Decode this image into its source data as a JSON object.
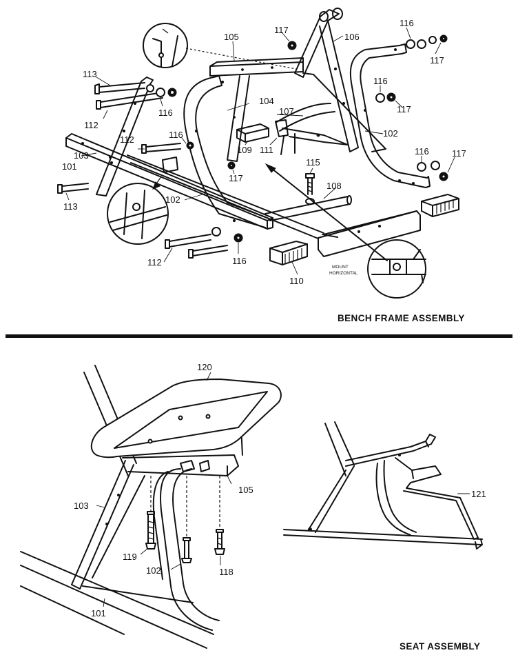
{
  "sections": {
    "bench_title": "BENCH FRAME ASSEMBLY",
    "seat_title": "SEAT ASSEMBLY"
  },
  "labels": {
    "p101a": "101",
    "p102a": "102",
    "p102b": "102",
    "p103a": "103",
    "p104": "104",
    "p105a": "105",
    "p106": "106",
    "p107": "107",
    "p108": "108",
    "p109": "109",
    "p110": "110",
    "p111": "111",
    "p112a": "112",
    "p112b": "112",
    "p112c": "112",
    "p113a": "113",
    "p113b": "113",
    "p115": "115",
    "p116a": "116",
    "p116b": "116",
    "p116c": "116",
    "p116d": "116",
    "p116e": "116",
    "p116f": "116",
    "p117a": "117",
    "p117b": "117",
    "p117c": "117",
    "p117d": "117",
    "p117e": "117",
    "p120": "120",
    "p105b": "105",
    "p103b": "103",
    "p119": "119",
    "p102c": "102",
    "p118": "118",
    "p101b": "101",
    "p121": "121"
  },
  "notes": {
    "mount_line1": "MOUNT",
    "mount_line2": "HORIZONTAL"
  }
}
